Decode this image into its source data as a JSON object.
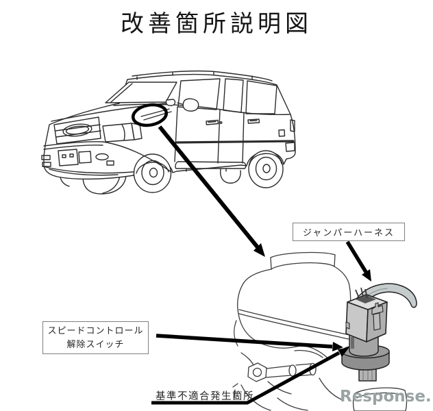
{
  "title": "改善箇所説明図",
  "callouts": {
    "jumper_harness": {
      "label": "ジャンパーハーネス"
    },
    "speed_control_switch": {
      "label_line1": "スピードコントロール",
      "label_line2": "解除スイッチ"
    },
    "nonconformity_location": {
      "label": "基準不適合発生箇所"
    }
  },
  "watermark": {
    "text": "Response."
  },
  "illustrations": {
    "vehicle": "suv-line-drawing",
    "detail": "brake-fluid-reservoir-with-speed-control-release-switch",
    "marker": "inspection-area-circle"
  },
  "colors": {
    "line_art": "#2b2b2b",
    "arrow": "#000000",
    "connector_gray": "#c8c8c8",
    "switch_gray": "#8f8f8f",
    "harness_gray": "#c6cccc",
    "label_border": "#7f7f7f",
    "watermark_gray": "#9aa3a3",
    "background": "#ffffff"
  }
}
